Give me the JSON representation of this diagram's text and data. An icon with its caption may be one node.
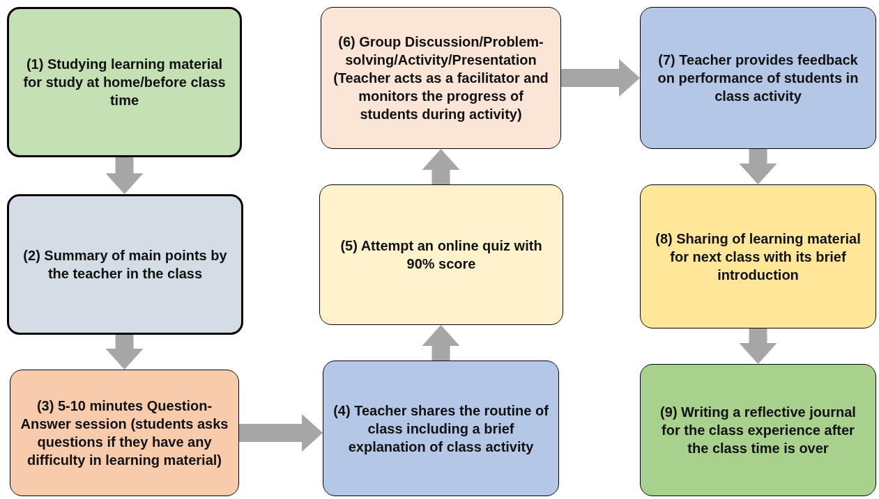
{
  "diagram": {
    "nodes": [
      {
        "text": [
          "(1) Studying learning material for study at home/before class time"
        ]
      },
      {
        "text": [
          "(2) Summary of main points by the teacher in the class"
        ]
      },
      {
        "text": [
          "(3) 5-10 minutes Question-Answer session (students asks questions if they have any difficulty in learning material)"
        ]
      },
      {
        "text": [
          "(4) Teacher shares the routine of class including a brief explanation of class activity"
        ]
      },
      {
        "text": [
          "(5) Attempt an online quiz with 90% score"
        ]
      },
      {
        "text": [
          "(6) Group Discussion/Problem-solving/Activity/Presentation (Teacher acts as a facilitator and monitors the progress of students during activity)"
        ]
      },
      {
        "text": [
          "(7) Teacher provides feedback on performance of students in class activity"
        ]
      },
      {
        "text": [
          "(8) Sharing of learning material for next class with its brief introduction"
        ]
      },
      {
        "text": [
          "(9) Writing a reflective journal for the class experience after the class time is over"
        ]
      }
    ],
    "edges": [
      {
        "from": 0,
        "to": 1,
        "arrow": "to",
        "style": "thick"
      },
      {
        "from": 1,
        "to": 2,
        "arrow": "to",
        "style": "thick"
      },
      {
        "from": 2,
        "to": 3,
        "arrow": "to",
        "style": "thick"
      },
      {
        "from": 3,
        "to": 4,
        "arrow": "to",
        "style": "thick"
      },
      {
        "from": 4,
        "to": 5,
        "arrow": "to",
        "style": "thick"
      },
      {
        "from": 5,
        "to": 6,
        "arrow": "to",
        "style": "thick"
      },
      {
        "from": 6,
        "to": 7,
        "arrow": "to",
        "style": "thick"
      },
      {
        "from": 7,
        "to": 8,
        "arrow": "to",
        "style": "thick"
      }
    ]
  }
}
